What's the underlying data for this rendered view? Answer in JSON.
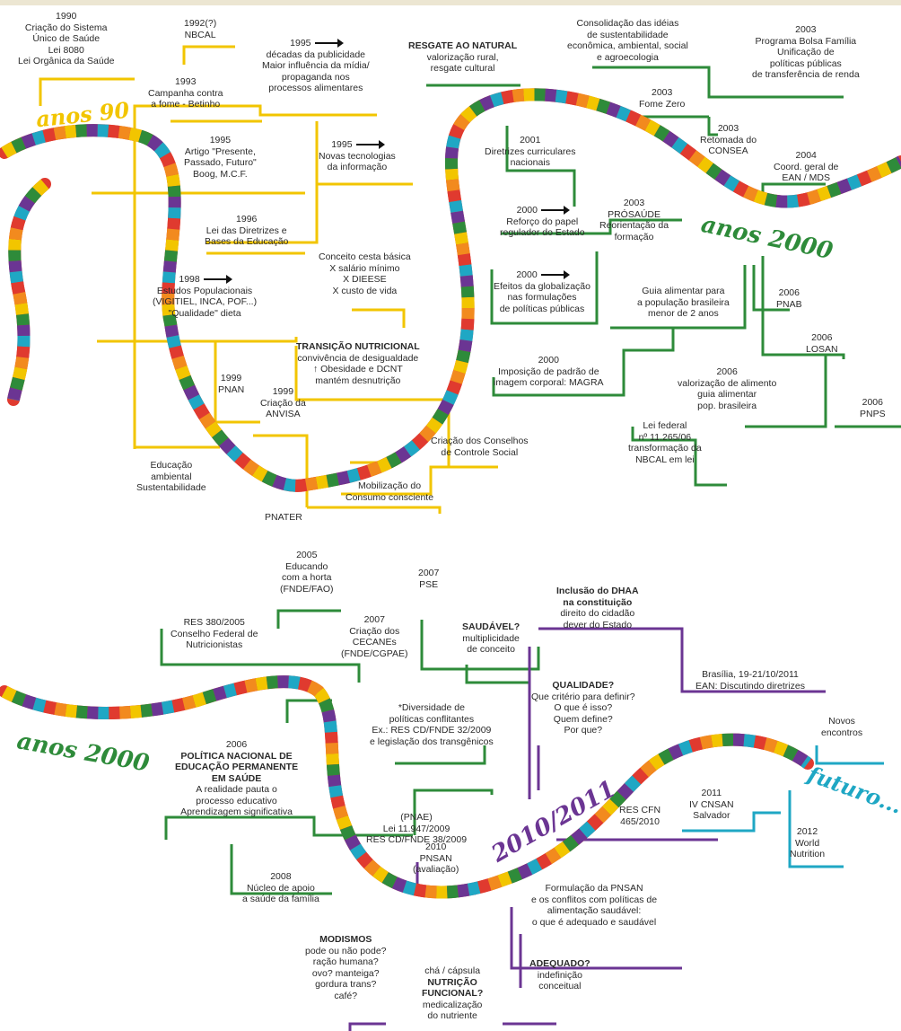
{
  "colors": {
    "yellow": "#f2c500",
    "green": "#2e8b3a",
    "purple": "#6b3593",
    "cyan": "#1fa7c4",
    "text": "#2a2a2a"
  },
  "eras": {
    "anos90": "anos 90",
    "anos2000_top": "anos 2000",
    "anos2000_bottom": "anos 2000",
    "era2010": "2010/2011",
    "futuro": "futuro..."
  },
  "items": [
    {
      "id": "e1990",
      "lines": [
        "1990",
        "Criação do Sistema",
        "Único de Saúde",
        "Lei 8080",
        "Lei Orgânica da Saúde"
      ]
    },
    {
      "id": "e1992",
      "lines": [
        "1992(?)",
        "NBCAL"
      ]
    },
    {
      "id": "e1993",
      "lines": [
        "1993",
        "Campanha contra",
        "a fome - Betinho"
      ]
    },
    {
      "id": "e1995a",
      "lines": [
        "1995",
        "décadas da publicidade",
        "Maior influência da mídia/",
        "propaganda nos",
        "processos alimentares"
      ]
    },
    {
      "id": "e1995b",
      "lines": [
        "1995",
        "Artigo \"Presente,",
        "Passado, Futuro\"",
        "Boog, M.C.F."
      ]
    },
    {
      "id": "e1995c",
      "lines": [
        "1995",
        "Novas tecnologias",
        "da informação"
      ]
    },
    {
      "id": "e1996",
      "lines": [
        "1996",
        "Lei das Diretrizes e",
        "Bases da Educação"
      ]
    },
    {
      "id": "e1998",
      "lines": [
        "1998",
        "Estudos Populacionais",
        "(VIGITIEL, INCA, POF...)",
        "\"Qualidade\" dieta"
      ]
    },
    {
      "id": "ecesta",
      "lines": [
        "Conceito cesta básica",
        "X salário mínimo",
        "X DIEESE",
        "X custo de vida"
      ]
    },
    {
      "id": "etransicao",
      "strong": "TRANSIÇÃO NUTRICIONAL",
      "lines": [
        "convivência de desigualdade",
        "↑ Obesidade e DCNT",
        "mantém desnutrição"
      ]
    },
    {
      "id": "e1999a",
      "lines": [
        "1999",
        "PNAN"
      ]
    },
    {
      "id": "e1999b",
      "lines": [
        "1999",
        "Criação da",
        "ANVISA"
      ]
    },
    {
      "id": "eambiental",
      "lines": [
        "Educação",
        "ambiental",
        "Sustentabilidade"
      ]
    },
    {
      "id": "econselhos",
      "lines": [
        "Criação dos Conselhos",
        "de Controle Social"
      ]
    },
    {
      "id": "econsumo",
      "lines": [
        "Mobilização do",
        "Consumo consciente"
      ]
    },
    {
      "id": "epnater",
      "lines": [
        "PNATER"
      ]
    },
    {
      "id": "eresgate",
      "strong": "RESGATE AO NATURAL",
      "lines": [
        "valorização rural,",
        "resgate cultural"
      ]
    },
    {
      "id": "econsol",
      "lines": [
        "Consolidação das idéias",
        "de sustentabilidade",
        "econômica, ambiental, social",
        "e agroecologia"
      ]
    },
    {
      "id": "e2003bolsa",
      "lines": [
        "2003",
        "Programa Bolsa Família",
        "Unificação de",
        "políticas públicas",
        "de transferência de renda"
      ]
    },
    {
      "id": "e2003fome",
      "lines": [
        "2003",
        "Fome Zero"
      ]
    },
    {
      "id": "e2001",
      "lines": [
        "2001",
        "Diretrizes curriculares",
        "nacionais"
      ]
    },
    {
      "id": "e2003consea",
      "lines": [
        "2003",
        "Retomada do",
        "CONSEA"
      ]
    },
    {
      "id": "e2004",
      "lines": [
        "2004",
        "Coord. geral de",
        "EAN / MDS"
      ]
    },
    {
      "id": "e2000a",
      "lines": [
        "2000",
        "Reforço do papel",
        "regulador do Estado"
      ]
    },
    {
      "id": "e2003pro",
      "lines": [
        "2003",
        "PRÓSAÚDE",
        "Reorientação da",
        "formação"
      ]
    },
    {
      "id": "e2000b",
      "lines": [
        "2000",
        "Efeitos da globalização",
        "nas formulações",
        "de políticas públicas"
      ]
    },
    {
      "id": "eguia",
      "lines": [
        "Guia alimentar para",
        "a população brasileira",
        "menor de 2 anos"
      ]
    },
    {
      "id": "e2006pnab",
      "lines": [
        "2006",
        "PNAB"
      ]
    },
    {
      "id": "e2006losan",
      "lines": [
        "2006",
        "LOSAN"
      ]
    },
    {
      "id": "e2000c",
      "lines": [
        "2000",
        "Imposição de padrão de",
        "imagem corporal: MAGRA"
      ]
    },
    {
      "id": "e2006val",
      "lines": [
        "2006",
        "valorização de alimento",
        "guia alimentar",
        "pop. brasileira"
      ]
    },
    {
      "id": "e2006pnps",
      "lines": [
        "2006",
        "PNPS"
      ]
    },
    {
      "id": "elei",
      "lines": [
        "Lei federal",
        "nº 11.265/06",
        "transformação da",
        "NBCAL em lei"
      ]
    },
    {
      "id": "e2005",
      "lines": [
        "2005",
        "Educando",
        "com a horta",
        "(FNDE/FAO)"
      ]
    },
    {
      "id": "e2007pse",
      "lines": [
        "2007",
        "PSE"
      ]
    },
    {
      "id": "eres380",
      "lines": [
        "RES 380/2005",
        "Conselho Federal de",
        "Nutricionistas"
      ]
    },
    {
      "id": "e2007cec",
      "lines": [
        "2007",
        "Criação dos",
        "CECANEs",
        "(FNDE/CGPAE)"
      ]
    },
    {
      "id": "esaudavel",
      "strong": "SAUDÁVEL?",
      "lines": [
        "multiplicidade",
        "de conceito"
      ]
    },
    {
      "id": "edhaa",
      "strong": "Inclusão do DHAA",
      "strong2": "na constituição",
      "lines": [
        "direito do cidadão",
        "dever do Estado"
      ]
    },
    {
      "id": "ebrasilia",
      "lines": [
        "Brasília, 19-21/10/2011",
        "EAN: Discutindo diretrizes"
      ]
    },
    {
      "id": "equalidade",
      "strong": "QUALIDADE?",
      "lines": [
        "Que critério para definir?",
        "O que é isso?",
        "Quem define?",
        "Por que?"
      ]
    },
    {
      "id": "ediversidade",
      "lines": [
        "*Diversidade de",
        "políticas conflitantes",
        "Ex.: RES CD/FNDE 32/2009",
        "e legislação dos transgênicos"
      ]
    },
    {
      "id": "enovos",
      "lines": [
        "Novos",
        "encontros"
      ]
    },
    {
      "id": "e2006pol",
      "lines": [
        "2006"
      ],
      "strong": "POLÍTICA NACIONAL DE",
      "strong2": "EDUCAÇÃO PERMANENTE",
      "strong3": "EM SAÚDE",
      "lines2": [
        "A realidade pauta o",
        "processo educativo",
        "Aprendizagem significativa"
      ]
    },
    {
      "id": "epnae",
      "lines": [
        "(PNAE)",
        "Lei 11.947/2009",
        "RES CD/FNDE 38/2009"
      ]
    },
    {
      "id": "e2011",
      "lines": [
        "2011",
        "IV CNSAN",
        "Salvador"
      ]
    },
    {
      "id": "eresCFN",
      "lines": [
        "RES CFN",
        "465/2010"
      ]
    },
    {
      "id": "e2012",
      "lines": [
        "2012",
        "World",
        "Nutrition"
      ]
    },
    {
      "id": "e2010",
      "lines": [
        "2010",
        "PNSAN",
        "(avaliação)"
      ]
    },
    {
      "id": "e2008",
      "lines": [
        "2008",
        "Núcleo de apoio",
        "a saúde da família"
      ]
    },
    {
      "id": "eformulacao",
      "lines": [
        "Formulação da PNSAN",
        "e os conflitos com políticas de",
        "alimentação saudável:",
        "o que é adequado e saudável"
      ]
    },
    {
      "id": "emodismos",
      "strong": "MODISMOS",
      "lines": [
        "pode ou não pode?",
        "ração humana?",
        "ovo? manteiga?",
        "gordura trans?",
        "café?"
      ]
    },
    {
      "id": "efuncional",
      "lines": [
        "chá / cápsula"
      ],
      "strong": "NUTRIÇÃO",
      "strong2": "FUNCIONAL?",
      "lines2": [
        "medicalização",
        "do nutriente"
      ]
    },
    {
      "id": "eadequado",
      "strong": "ADEQUADO?",
      "lines": [
        "indefinição",
        "conceitual"
      ]
    }
  ]
}
